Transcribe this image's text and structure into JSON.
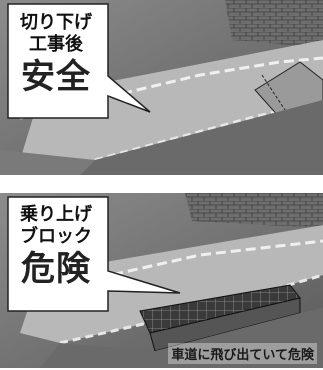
{
  "panels": [
    {
      "label_line1": "切り下げ",
      "label_line2": "工事後",
      "verdict": "安全"
    },
    {
      "label_line1": "乗り上げ",
      "label_line2": "ブロック",
      "verdict": "危険",
      "caption": "車道に飛び出ていて危険"
    }
  ]
}
